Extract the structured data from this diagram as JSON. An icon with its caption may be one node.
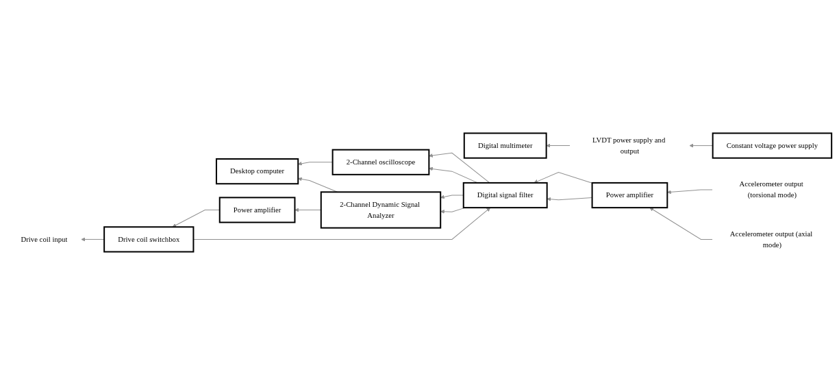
{
  "diagram": {
    "nodes": [
      {
        "text": [
          "Constant voltage power supply"
        ]
      },
      {
        "text": [
          "Digital multimeter"
        ]
      },
      {
        "text": [
          "LVDT power supply and output"
        ]
      },
      {
        "text": [
          "Desktop computer"
        ]
      },
      {
        "text": [
          "2-Channel oscilloscope"
        ]
      },
      {
        "text": [
          "Digital signal filter"
        ]
      },
      {
        "text": [
          "Power amplifier"
        ]
      },
      {
        "text": [
          "Accelerometer output (torsional mode)"
        ]
      },
      {
        "text": [
          "Accelerometer output (axial mode)"
        ]
      },
      {
        "text": [
          "2-Channel Dynamic Signal Analyzer"
        ]
      },
      {
        "text": [
          "Power amplifier"
        ]
      },
      {
        "text": [
          "Drive coil switchbox"
        ]
      },
      {
        "text": [
          "Drive coil input"
        ]
      }
    ],
    "edges": [
      {
        "from": 0,
        "to": 2,
        "arrow": "to"
      },
      {
        "from": 2,
        "to": 1,
        "arrow": "to"
      },
      {
        "from": 4,
        "to": 3,
        "arrow": "to"
      },
      {
        "from": 9,
        "to": 3,
        "arrow": "to"
      },
      {
        "from": 7,
        "to": 6,
        "arrow": "to"
      },
      {
        "from": 8,
        "to": 6,
        "arrow": "to"
      },
      {
        "from": 6,
        "to": 5,
        "arrow": "to"
      },
      {
        "from": 6,
        "to": 5,
        "arrow": "to"
      },
      {
        "from": 5,
        "to": 9,
        "arrow": "to"
      },
      {
        "from": 5,
        "to": 4,
        "arrow": "to"
      },
      {
        "from": 5,
        "to": 9,
        "arrow": "to"
      },
      {
        "from": 5,
        "to": 4,
        "arrow": "to"
      },
      {
        "from": 9,
        "to": 10,
        "arrow": "to"
      },
      {
        "from": 10,
        "to": 11,
        "arrow": "to"
      },
      {
        "from": 11,
        "to": 12,
        "arrow": "to"
      },
      {
        "from": 11,
        "to": 5,
        "arrow": "to"
      }
    ]
  }
}
